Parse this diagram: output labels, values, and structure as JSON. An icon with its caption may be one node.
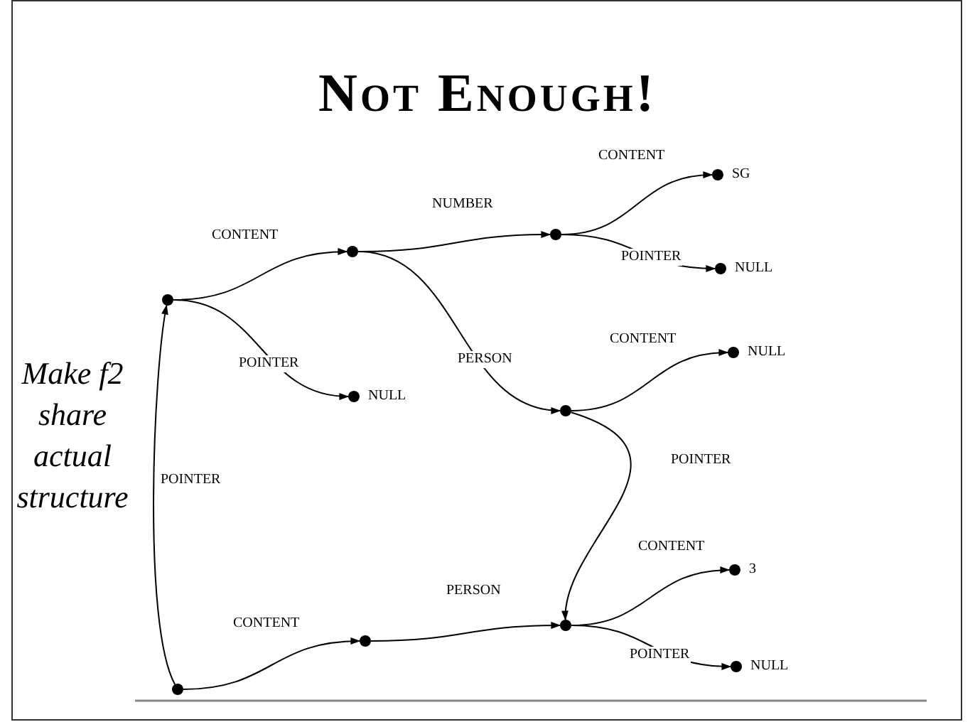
{
  "diagram": {
    "title": "Not Enough!",
    "nodes": [
      {
        "text": [],
        "shape": "circle"
      },
      {
        "text": [],
        "shape": "circle"
      },
      {
        "text": [],
        "shape": "circle"
      },
      {
        "text": [],
        "shape": "circle",
        "beside": [
          "NULL"
        ]
      },
      {
        "text": [],
        "shape": "circle"
      },
      {
        "text": [],
        "shape": "circle",
        "beside": [
          "SG"
        ]
      },
      {
        "text": [],
        "shape": "circle",
        "beside": [
          "NULL"
        ]
      },
      {
        "text": [],
        "shape": "circle"
      },
      {
        "text": [],
        "shape": "circle",
        "beside": [
          "NULL"
        ]
      },
      {
        "text": [],
        "shape": "circle"
      },
      {
        "text": [],
        "shape": "circle"
      },
      {
        "text": [],
        "shape": "circle",
        "beside": [
          "3"
        ]
      },
      {
        "text": [],
        "shape": "circle",
        "beside": [
          "NULL"
        ]
      }
    ],
    "edges": [
      {
        "from": 0,
        "to": 1,
        "arrow": "to",
        "label": "POINTER"
      },
      {
        "from": 1,
        "to": 2,
        "arrow": "to",
        "label": "CONTENT"
      },
      {
        "from": 1,
        "to": 3,
        "arrow": "to",
        "label": "POINTER"
      },
      {
        "from": 2,
        "to": 4,
        "arrow": "to",
        "label": "NUMBER"
      },
      {
        "from": 4,
        "to": 5,
        "arrow": "to",
        "label": "CONTENT"
      },
      {
        "from": 4,
        "to": 6,
        "arrow": "to",
        "label": "POINTER"
      },
      {
        "from": 2,
        "to": 7,
        "arrow": "to",
        "label": "PERSON"
      },
      {
        "from": 7,
        "to": 8,
        "arrow": "to",
        "label": "CONTENT"
      },
      {
        "from": 7,
        "to": 10,
        "arrow": "to",
        "label": "POINTER"
      },
      {
        "from": 0,
        "to": 9,
        "arrow": "to",
        "label": "CONTENT"
      },
      {
        "from": 9,
        "to": 10,
        "arrow": "to",
        "label": "PERSON"
      },
      {
        "from": 10,
        "to": 11,
        "arrow": "to",
        "label": "CONTENT"
      },
      {
        "from": 10,
        "to": 12,
        "arrow": "to",
        "label": "POINTER"
      }
    ],
    "labels": [
      "Make f2 share actual structure"
    ]
  }
}
